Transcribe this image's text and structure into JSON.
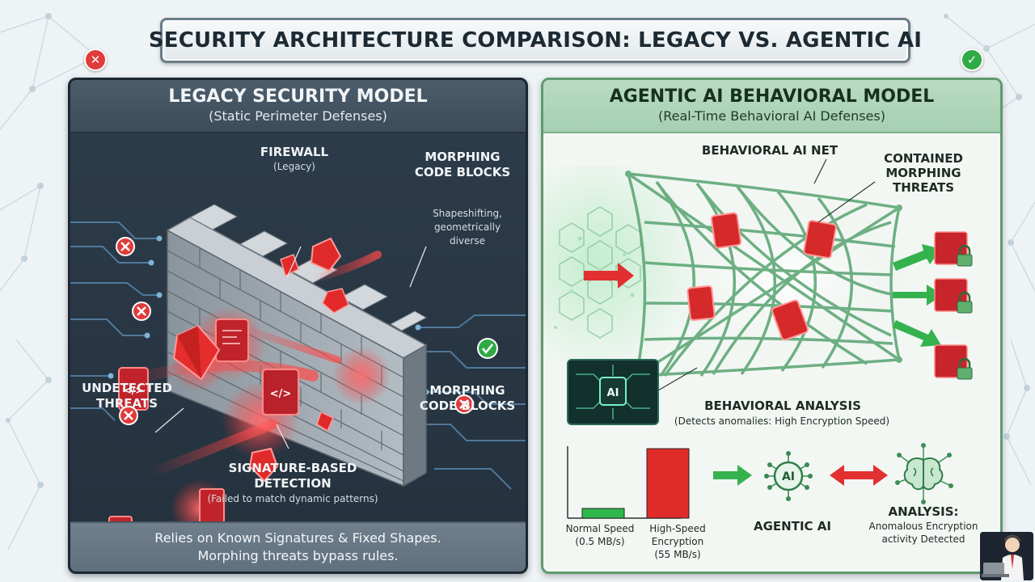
{
  "title": "SECURITY ARCHITECTURE COMPARISON: LEGACY VS. AGENTIC AI",
  "left": {
    "title": "LEGACY SECURITY MODEL",
    "subtitle": "(Static Perimeter Defenses)",
    "firewall_label": "FIREWALL",
    "firewall_sub": "(Legacy)",
    "morph_top_label_1": "MORPHING",
    "morph_top_label_2": "CODE BLOCKS",
    "morph_top_desc_1": "Shapeshifting,",
    "morph_top_desc_2": "geometrically",
    "morph_top_desc_3": "diverse",
    "undetected_1": "UNDETECTED",
    "undetected_2": "THREATS",
    "morph_bottom_label_1": "MORPHING",
    "morph_bottom_label_2": "CODE BLOCKS",
    "signature_1": "SIGNATURE-BASED",
    "signature_2": "DETECTION",
    "signature_sub": "(Failed to match dynamic patterns)",
    "footer_1": "Relies on Known Signatures & Fixed Shapes.",
    "footer_2": "Morphing threats bypass rules.",
    "code_glyph": "</>"
  },
  "right": {
    "title": "AGENTIC AI BEHAVIORAL MODEL",
    "subtitle": "(Real-Time Behavioral AI Defenses)",
    "net_label": "BEHAVIORAL AI NET",
    "contained_1": "CONTAINED",
    "contained_2": "MORPHING",
    "contained_3": "THREATS",
    "chip_label": "AI",
    "analysis_label": "BEHAVIORAL ANALYSIS",
    "analysis_sub": "(Detects anomalies: High Encryption Speed)",
    "bar_normal_1": "Normal Speed",
    "bar_normal_2": "(0.5 MB/s)",
    "bar_high_1": "High-Speed",
    "bar_high_2": "Encryption",
    "bar_high_3": "(55 MB/s)",
    "agentic_label": "AGENTIC AI",
    "agentic_chip": "AI",
    "result_label": "ANALYSIS:",
    "result_sub_1": "Anomalous Encryption",
    "result_sub_2": "activity Detected"
  },
  "speed_chart": {
    "categories": [
      "Normal Speed",
      "High-Speed Encryption"
    ],
    "values_mb_s": [
      0.5,
      55
    ],
    "colors": [
      "#2fb84a",
      "#e02b2b"
    ]
  },
  "colors": {
    "threat_red": "#e23030",
    "safe_green": "#2faa45",
    "net_green": "#5fa877",
    "legacy_panel": "#2e3d4b"
  },
  "icons": {
    "fail": "close-icon",
    "pass": "check-icon",
    "lock": "lock-icon",
    "brain": "brain-icon"
  }
}
